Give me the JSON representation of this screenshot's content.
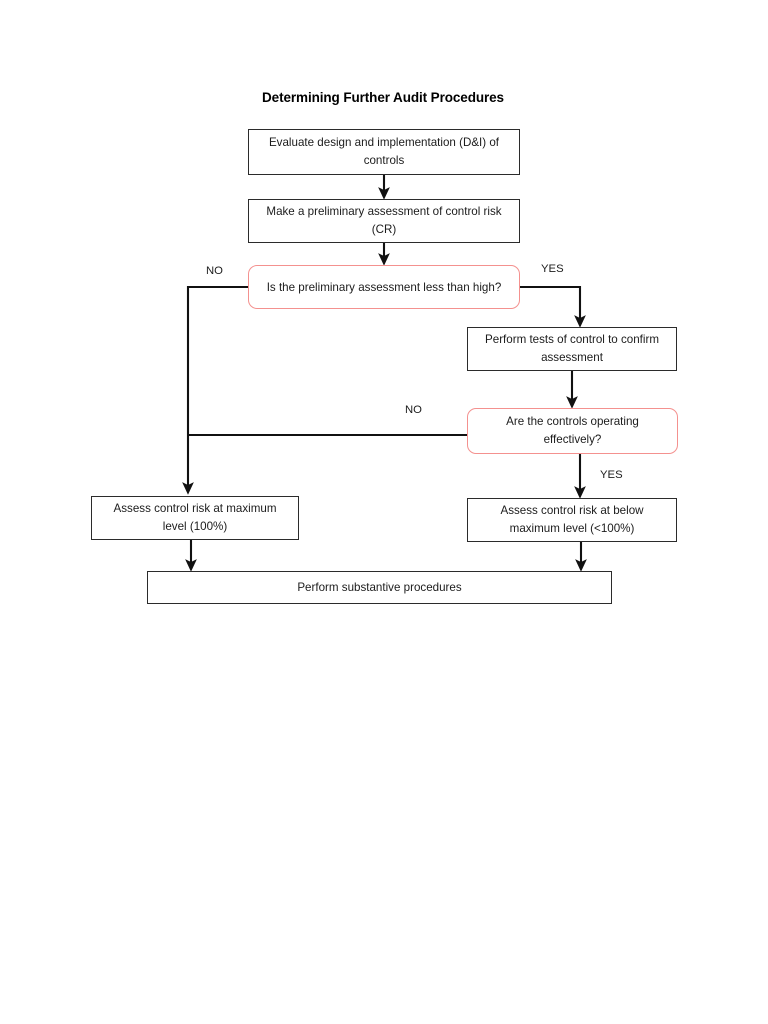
{
  "document": {
    "title": "Determining Further Audit Procedures",
    "page_background": "#ffffff"
  },
  "theme": {
    "process_border": "#2b2b2b",
    "decision_border": "#f4918f",
    "connector": "#111111",
    "text": "#1c1c1c"
  },
  "flowchart": {
    "type": "flowchart",
    "orientation": "top-to-bottom",
    "nodes": [
      {
        "id": "evaluate",
        "shape": "process",
        "text": "Evaluate design and implementation (D&I) of controls"
      },
      {
        "id": "preliminary",
        "shape": "process",
        "text": "Make a preliminary assessment of control risk (CR)"
      },
      {
        "id": "decision_1",
        "shape": "decision",
        "text": "Is the preliminary assessment less than high?"
      },
      {
        "id": "tests",
        "shape": "process",
        "text": "Perform tests of control to confirm assessment"
      },
      {
        "id": "decision_2",
        "shape": "decision",
        "text": "Are the controls operating effectively?"
      },
      {
        "id": "max_risk",
        "shape": "process",
        "text": "Assess control risk at maximum level (100%)"
      },
      {
        "id": "below_max",
        "shape": "process",
        "text": "Assess control risk at below maximum level (<100%)"
      },
      {
        "id": "substantive",
        "shape": "process",
        "text": "Perform substantive procedures"
      }
    ],
    "edges": [
      {
        "from": "evaluate",
        "to": "preliminary",
        "label": ""
      },
      {
        "from": "preliminary",
        "to": "decision_1",
        "label": ""
      },
      {
        "from": "decision_1",
        "to": "max_risk",
        "label": "NO"
      },
      {
        "from": "decision_1",
        "to": "tests",
        "label": "YES"
      },
      {
        "from": "tests",
        "to": "decision_2",
        "label": ""
      },
      {
        "from": "decision_2",
        "to": "max_risk",
        "label": "NO"
      },
      {
        "from": "decision_2",
        "to": "below_max",
        "label": "YES"
      },
      {
        "from": "max_risk",
        "to": "substantive",
        "label": ""
      },
      {
        "from": "below_max",
        "to": "substantive",
        "label": ""
      }
    ],
    "edge_labels": {
      "no_1": "NO",
      "yes_1": "YES",
      "no_2": "NO",
      "yes_2": "YES"
    }
  }
}
